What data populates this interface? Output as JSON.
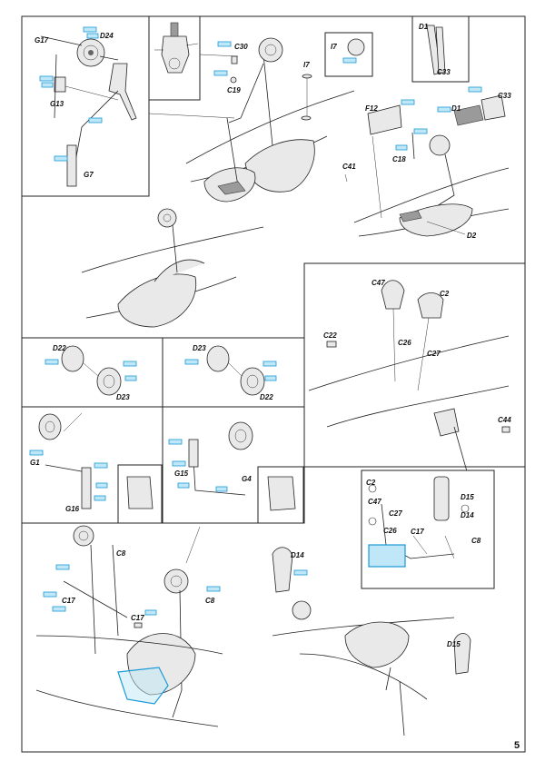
{
  "page": {
    "number": "5"
  },
  "labels": {
    "g17": "G17",
    "d24": "D24",
    "g13": "G13",
    "g7": "G7",
    "c30": "C30",
    "c19": "C19",
    "i7a": "I7",
    "i7b": "I7",
    "d1a": "D1",
    "c33a": "C33",
    "c33b": "C33",
    "d1b": "D1",
    "f12": "F12",
    "c18": "C18",
    "c41": "C41",
    "d2": "D2",
    "c47a": "C47",
    "c2a": "C2",
    "c22": "C22",
    "c26a": "C26",
    "c27a": "C27",
    "c44": "C44",
    "d22a": "D22",
    "d23a": "D23",
    "d23b": "D23",
    "d22b": "D22",
    "g1": "G1",
    "g16": "G16",
    "g15": "G15",
    "g4": "G4",
    "c2b": "C2",
    "c47b": "C47",
    "c27b": "C27",
    "c26b": "C26",
    "c17a": "C17",
    "d15a": "D15",
    "d14a": "D14",
    "c8a": "C8",
    "c8b": "C8",
    "c17b": "C17",
    "c17c": "C17",
    "c8c": "C8",
    "d14b": "D14",
    "d15b": "D15"
  },
  "colors": {
    "tag_fill": "#bfe7f7",
    "tag_stroke": "#1a9ad6",
    "ink": "#222222"
  }
}
